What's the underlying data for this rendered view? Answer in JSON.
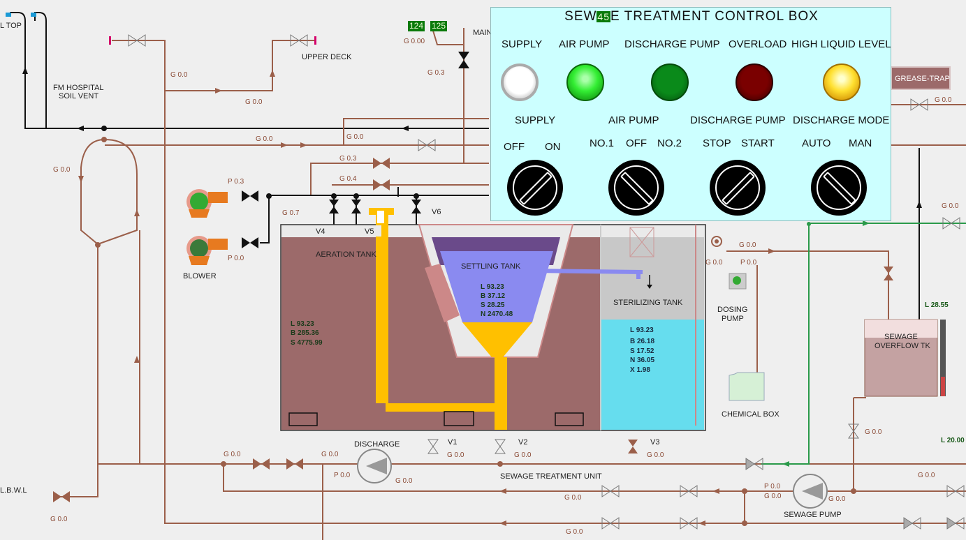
{
  "panel": {
    "title_a": "SEW",
    "title_badge": "45",
    "title_b": "E  TREATMENT  CONTROL  BOX",
    "lamps": [
      {
        "label": "SUPPLY",
        "color": "#ffffff"
      },
      {
        "label": "AIR  PUMP",
        "color": "#33ee33"
      },
      {
        "label": "DISCHARGE PUMP",
        "color": "#0a7a1a"
      },
      {
        "label": "OVERLOAD",
        "color": "#6a0000"
      },
      {
        "label": "HIGH LIQUID LEVEL",
        "color": "#ffe030"
      }
    ],
    "switches": [
      {
        "label": "SUPPLY",
        "left": "OFF",
        "right": "ON"
      },
      {
        "label": "AIR  PUMP",
        "left": "NO.1",
        "mid": "OFF",
        "right": "NO.2"
      },
      {
        "label": "DISCHARGE PUMP",
        "left": "STOP",
        "right": "START"
      },
      {
        "label": "DISCHARGE MODE",
        "left": "AUTO",
        "right": "MAN"
      }
    ]
  },
  "badges": {
    "b1": "124",
    "b2": "125"
  },
  "labels": {
    "top_left": "L TOP",
    "fm_hospital": "FM HOSPITAL",
    "soil_vent": "SOIL VENT",
    "upper_deck": "UPPER DECK",
    "main": "MAIN",
    "grease_trap": "GREASE-TRAP",
    "aeration_tank": "AERATION TANK",
    "settling_tank": "SETTLING TANK",
    "sterilizing_tank": "STERILIZING TANK",
    "dosing_pump_1": "DOSING",
    "dosing_pump_2": "PUMP",
    "chemical_box": "CHEMICAL BOX",
    "overflow_1": "SEWAGE",
    "overflow_2": "OVERFLOW TK",
    "blower": "BLOWER",
    "discharge": "DISCHARGE",
    "stu": "SEWAGE TREATMENT UNIT",
    "sewage_pump": "SEWAGE PUMP",
    "lbwl": "L.B.W.L",
    "v1": "V1",
    "v2": "V2",
    "v3": "V3",
    "v4": "V4",
    "v5": "V5",
    "v6": "V6"
  },
  "readings": {
    "g000": "G 0.00",
    "g03": "G 0.3",
    "g04": "G 0.4",
    "g07": "G 0.7",
    "g00": "G 0.0",
    "p03": "P 0.3",
    "p00": "P 0.0",
    "aer": [
      "L 93.23",
      "B 285.36",
      "S 4775.99"
    ],
    "set": [
      "L 93.23",
      "B 37.12",
      "S 28.25",
      "N 2470.48"
    ],
    "ste": [
      "L 93.23",
      "B 26.18",
      "S 17.52",
      "N 36.05",
      "X 1.98"
    ],
    "l2855": "L 28.55",
    "l2000": "L 20.00"
  }
}
